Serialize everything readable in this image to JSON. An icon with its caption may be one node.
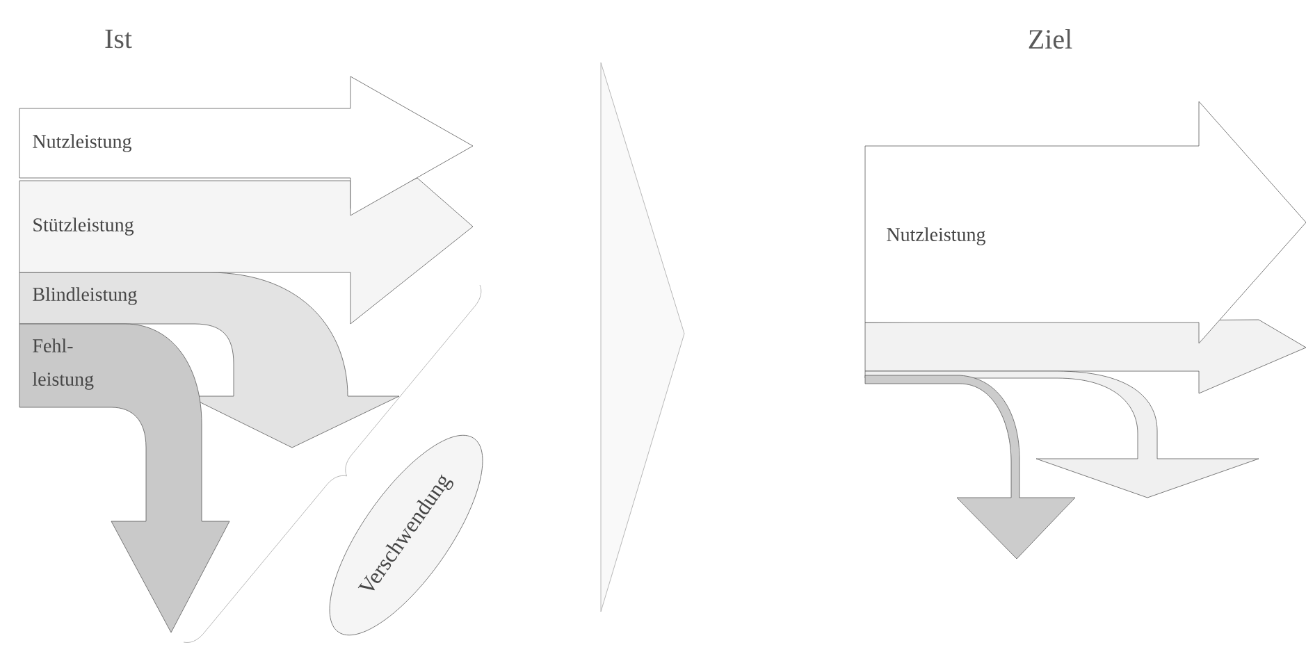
{
  "diagram": {
    "nodes": [
      {
        "text": [
          "Nutzleistung"
        ]
      },
      {
        "text": [
          "Stützleistung"
        ]
      },
      {
        "text": [
          "Blindleistung"
        ]
      },
      {
        "text": [
          "Fehl- leistung"
        ]
      },
      {
        "text": [
          "Verschwendung"
        ]
      },
      {
        "text": [
          "Nutzleistung"
        ]
      },
      {
        "text": [],
        "shape": "chevron"
      }
    ],
    "labels": [
      "Ist",
      "Ziel"
    ]
  }
}
